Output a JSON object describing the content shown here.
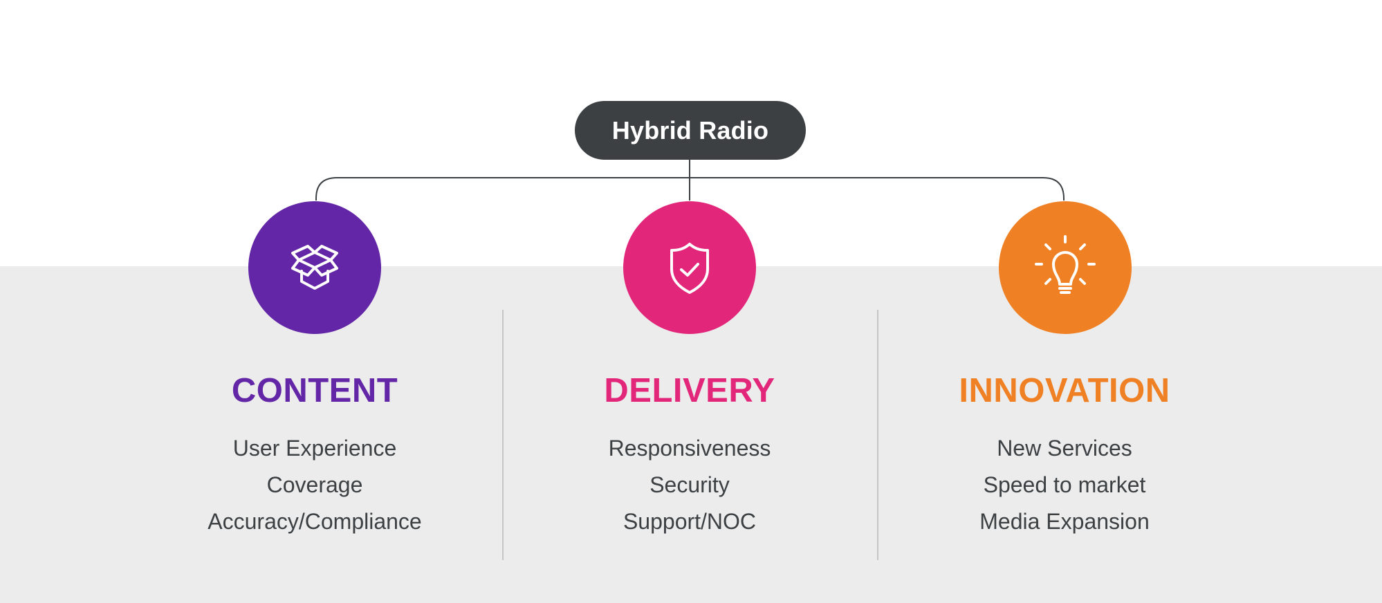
{
  "root": {
    "label": "Hybrid Radio",
    "color": "#3c4043"
  },
  "branches": [
    {
      "title": "CONTENT",
      "color": "#6226a6",
      "icon": "open-box-icon",
      "items": [
        "User Experience",
        "Coverage",
        "Accuracy/Compliance"
      ]
    },
    {
      "title": "DELIVERY",
      "color": "#e2277b",
      "icon": "shield-check-icon",
      "items": [
        "Responsiveness",
        "Security",
        "Support/NOC"
      ]
    },
    {
      "title": "INNOVATION",
      "color": "#ef8024",
      "icon": "lightbulb-icon",
      "items": [
        "New Services",
        "Speed to market",
        "Media Expansion"
      ]
    }
  ],
  "colors": {
    "background_top": "#ffffff",
    "background_band": "#ececec",
    "connector": "#3c4043",
    "divider": "#c6c6c6",
    "body_text": "#3c4043"
  }
}
